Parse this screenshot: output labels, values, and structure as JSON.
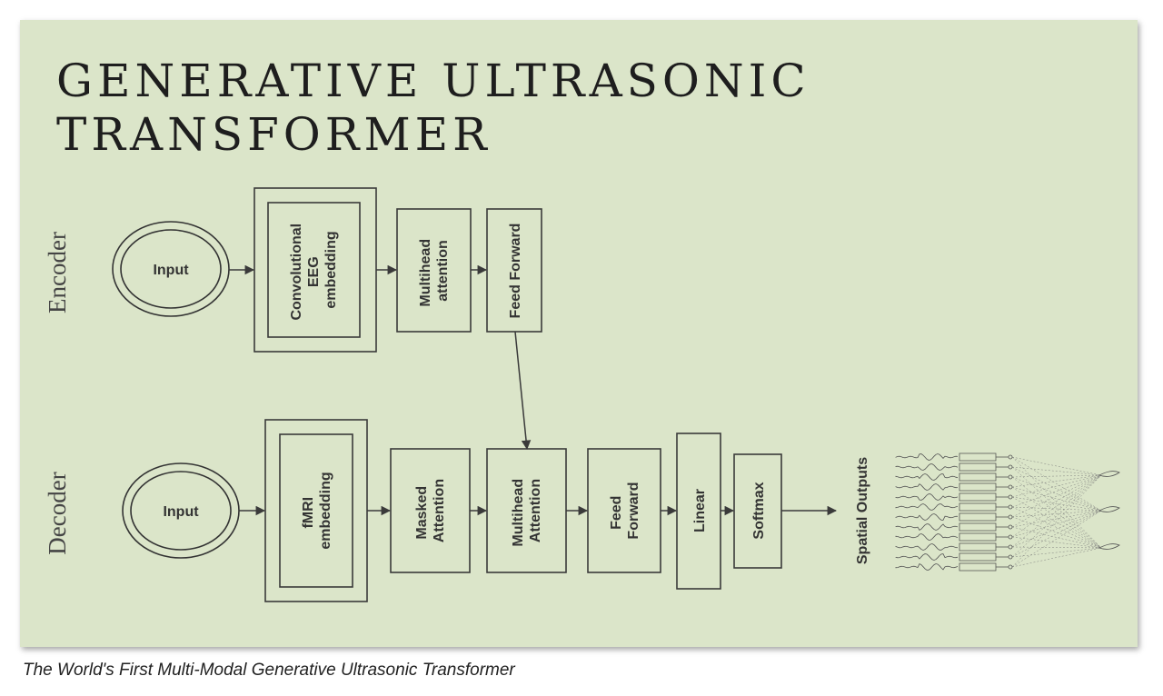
{
  "title": {
    "line1": "GENERATIVE ULTRASONIC",
    "line2": "TRANSFORMER"
  },
  "encoder": {
    "side_label": "Encoder",
    "input": "Input",
    "embedding": [
      "Convolutional",
      "EEG",
      "embedding"
    ],
    "multihead": [
      "Multihead",
      "attention"
    ],
    "feed_forward": [
      "Feed Forward"
    ]
  },
  "decoder": {
    "side_label": "Decoder",
    "input": "Input",
    "embedding": [
      "fMRI",
      "embedding"
    ],
    "masked": [
      "Masked",
      "Attention"
    ],
    "multihead": [
      "Multihead",
      "Attention"
    ],
    "feed_forward": [
      "Feed",
      "Forward"
    ],
    "linear": [
      "Linear"
    ],
    "softmax": [
      "Softmax"
    ]
  },
  "outputs_label": "Spatial Outputs",
  "caption": "The World's First Multi-Modal Generative Ultrasonic Transformer",
  "colors": {
    "background": "#dbe5c9",
    "stroke": "#3a3a3a"
  }
}
